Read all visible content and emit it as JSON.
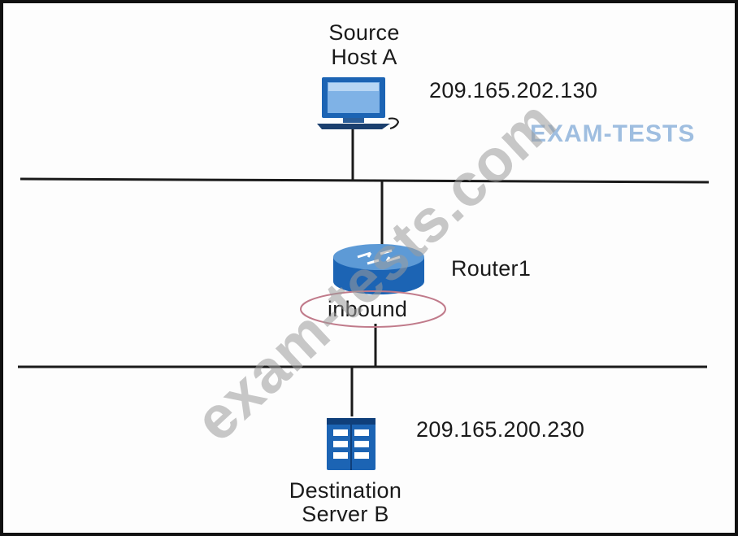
{
  "source_host": {
    "name_line1": "Source",
    "name_line2": "Host A",
    "ip": "209.165.202.130",
    "icon": "desktop-computer-icon"
  },
  "router": {
    "name": "Router1",
    "interface_label": "inbound",
    "icon": "router-icon"
  },
  "destination_server": {
    "name_line1": "Destination",
    "name_line2": "Server B",
    "ip": "209.165.200.230",
    "icon": "server-tower-icon"
  },
  "watermarks": {
    "brand": "EXAM-TESTS",
    "site": "exam-tests.com"
  },
  "colors": {
    "device_blue": "#1c64b4",
    "device_light": "#5d9ad6",
    "line": "#1a1a1a",
    "watermark_blue": "#8fb4dc",
    "watermark_gray": "#9c9c9c"
  }
}
